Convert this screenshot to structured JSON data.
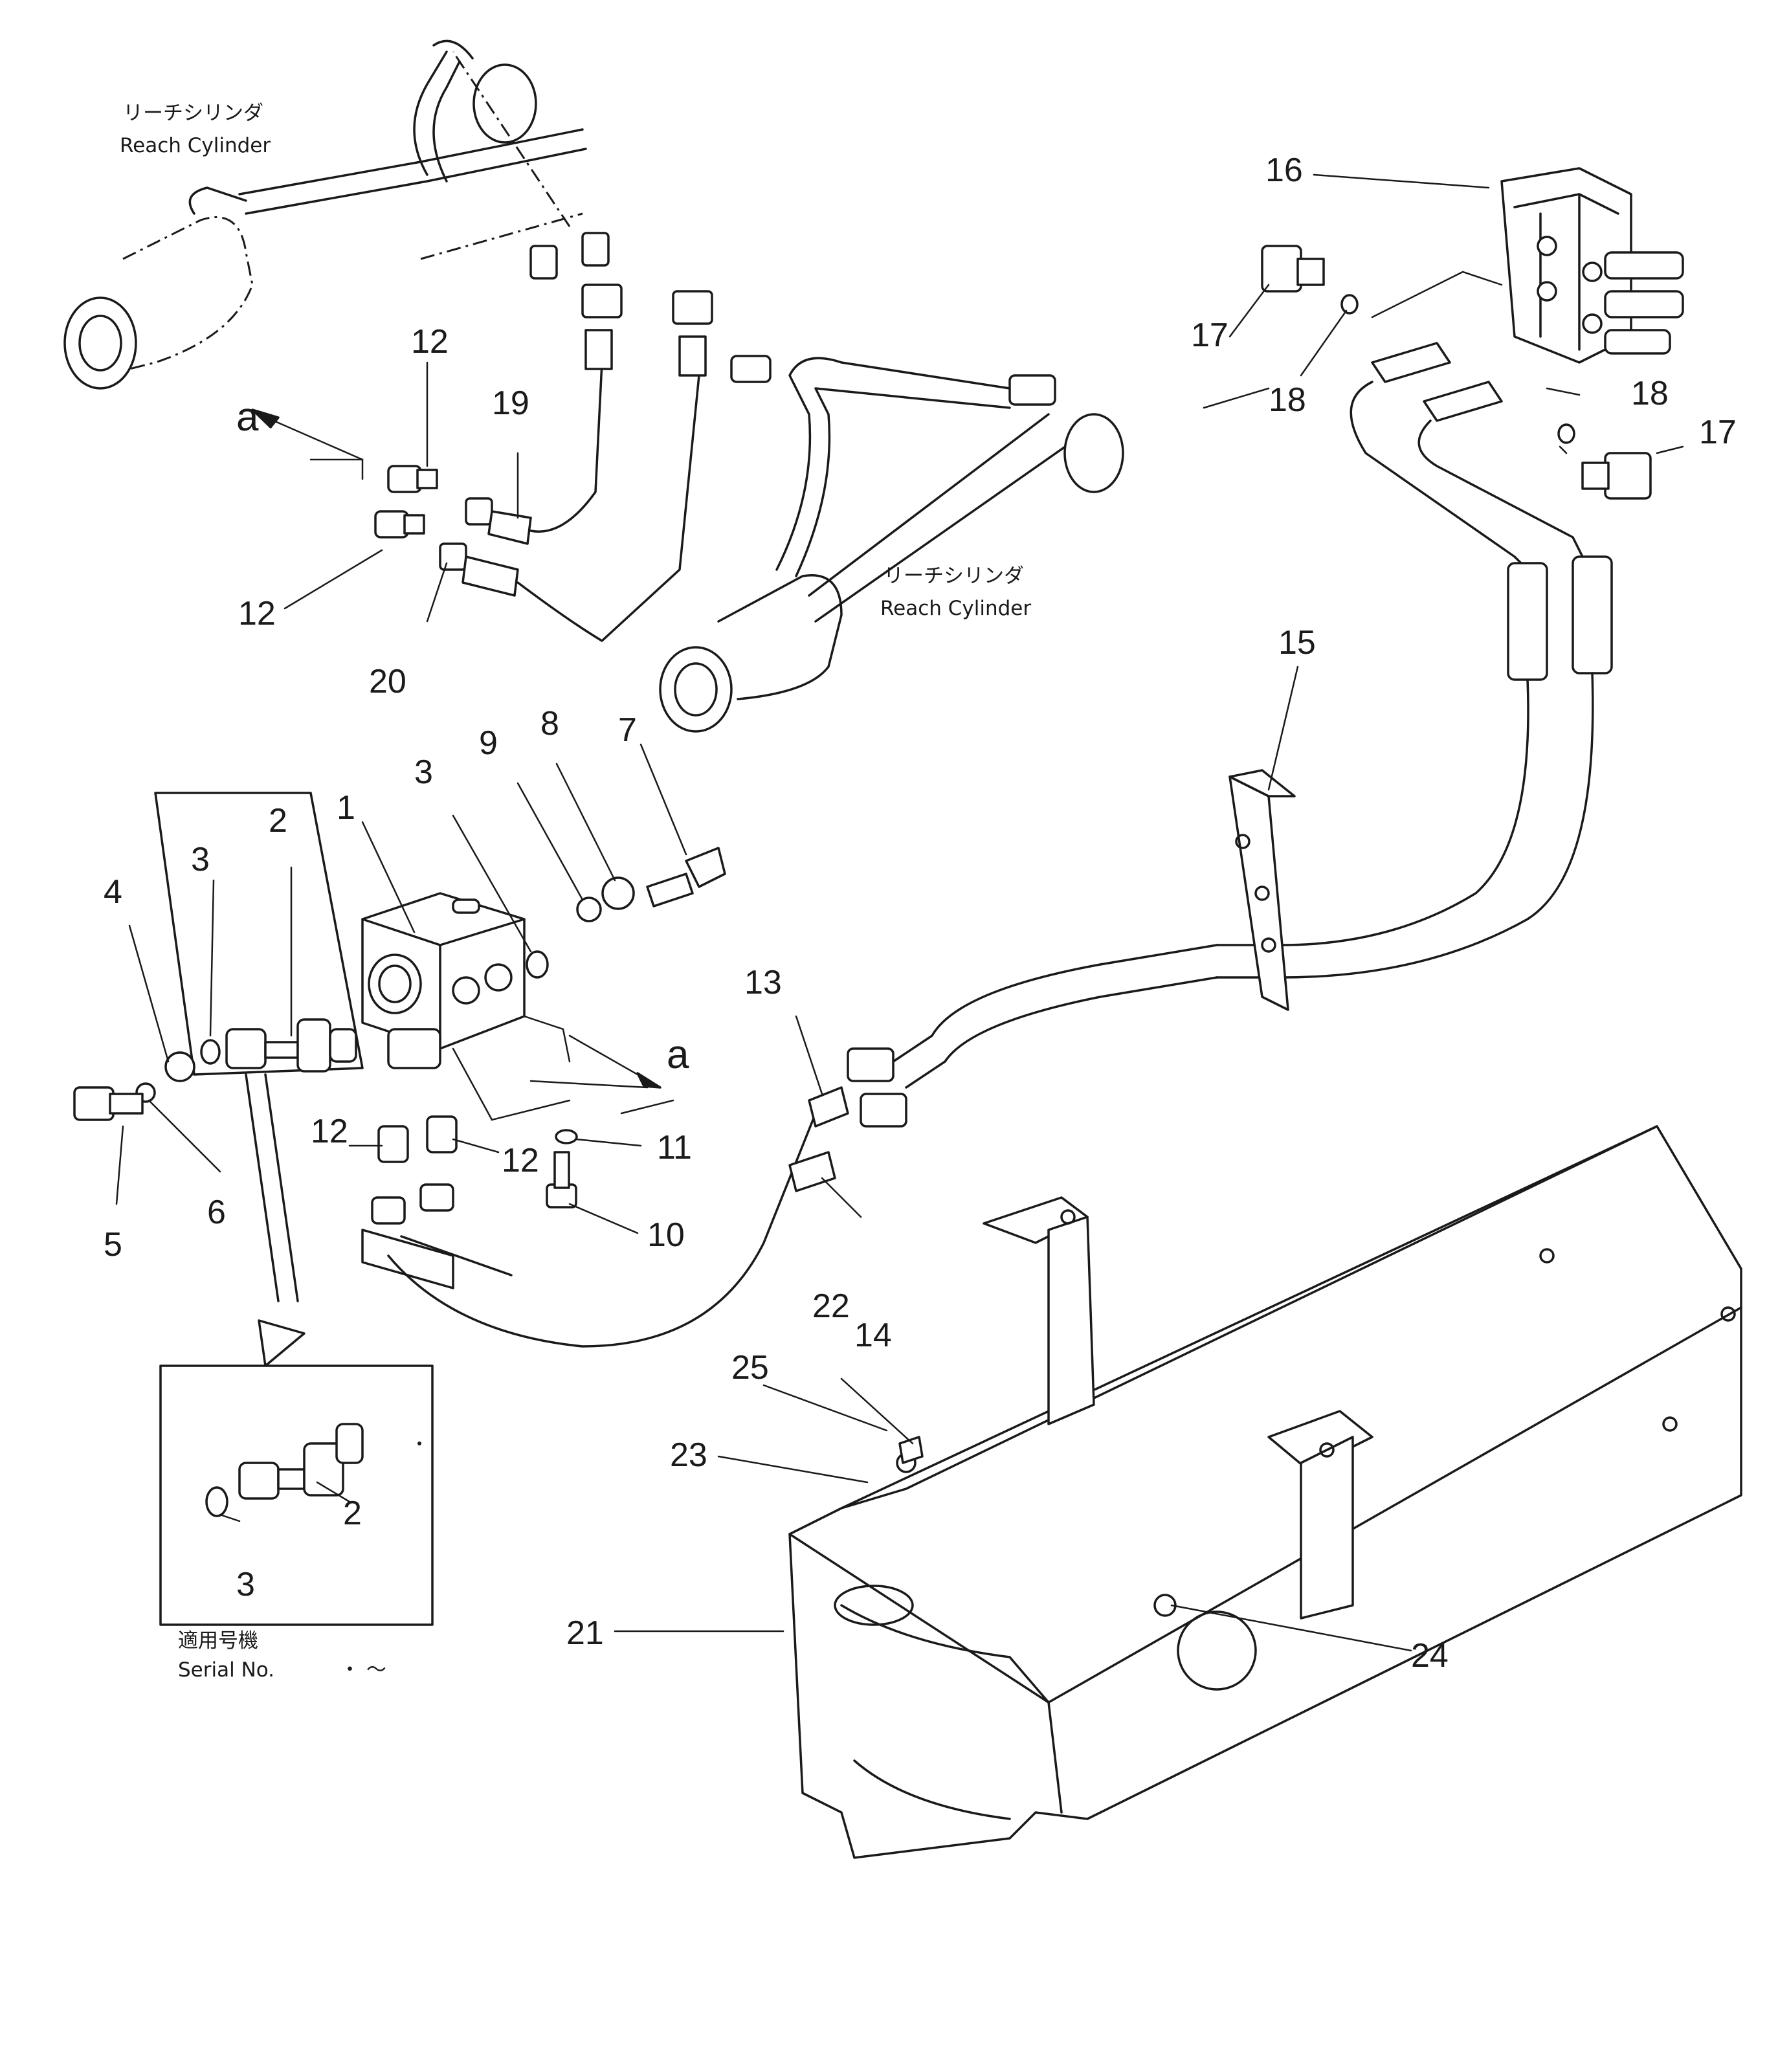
{
  "labels": {
    "reach_cylinder_top": {
      "jp": "リーチシリンダ",
      "en": "Reach Cylinder"
    },
    "reach_cylinder_mid": {
      "jp": "リーチシリンダ",
      "en": "Reach Cylinder"
    },
    "serial": {
      "jp": "適用号機",
      "en": "Serial No.",
      "range": "・ ～"
    },
    "detail_letter_top": "a",
    "detail_letter_mid": "a"
  },
  "callouts": [
    {
      "id": "c1",
      "text": "1"
    },
    {
      "id": "c2",
      "text": "2"
    },
    {
      "id": "c3a",
      "text": "3"
    },
    {
      "id": "c3b",
      "text": "3"
    },
    {
      "id": "c4",
      "text": "4"
    },
    {
      "id": "c5",
      "text": "5"
    },
    {
      "id": "c6",
      "text": "6"
    },
    {
      "id": "c7",
      "text": "7"
    },
    {
      "id": "c8",
      "text": "8"
    },
    {
      "id": "c9",
      "text": "9"
    },
    {
      "id": "c10",
      "text": "10"
    },
    {
      "id": "c11",
      "text": "11"
    },
    {
      "id": "c12a",
      "text": "12"
    },
    {
      "id": "c12b",
      "text": "12"
    },
    {
      "id": "c12c",
      "text": "12"
    },
    {
      "id": "c12d",
      "text": "12"
    },
    {
      "id": "c13",
      "text": "13"
    },
    {
      "id": "c14",
      "text": "14"
    },
    {
      "id": "c15",
      "text": "15"
    },
    {
      "id": "c16",
      "text": "16"
    },
    {
      "id": "c17a",
      "text": "17"
    },
    {
      "id": "c17b",
      "text": "17"
    },
    {
      "id": "c18a",
      "text": "18"
    },
    {
      "id": "c18b",
      "text": "18"
    },
    {
      "id": "c19",
      "text": "19"
    },
    {
      "id": "c20",
      "text": "20"
    },
    {
      "id": "c21",
      "text": "21"
    },
    {
      "id": "c22",
      "text": "22"
    },
    {
      "id": "c23",
      "text": "23"
    },
    {
      "id": "c24",
      "text": "24"
    },
    {
      "id": "c25",
      "text": "25"
    },
    {
      "id": "c2s",
      "text": "2"
    },
    {
      "id": "c3s",
      "text": "3"
    }
  ]
}
